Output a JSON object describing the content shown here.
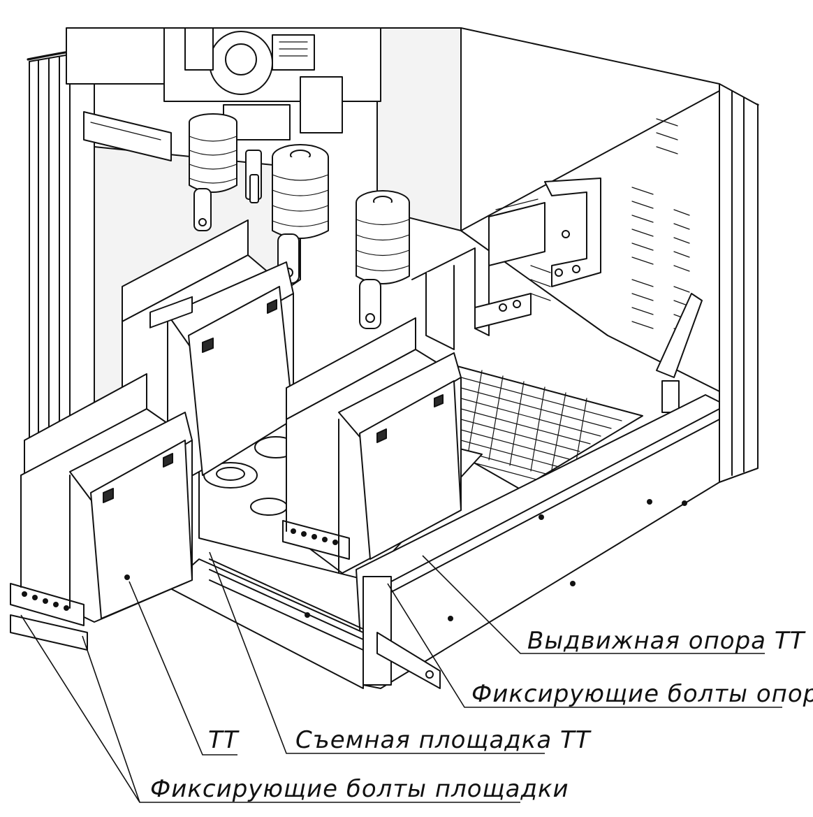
{
  "labels": {
    "support": "Выдвижная опора ТТ",
    "support_bolts": "Фиксирующие болты опоры",
    "tt": "ТТ",
    "platform": "Съемная площадка ТТ",
    "platform_bolts": "Фиксирующие болты площадки"
  }
}
